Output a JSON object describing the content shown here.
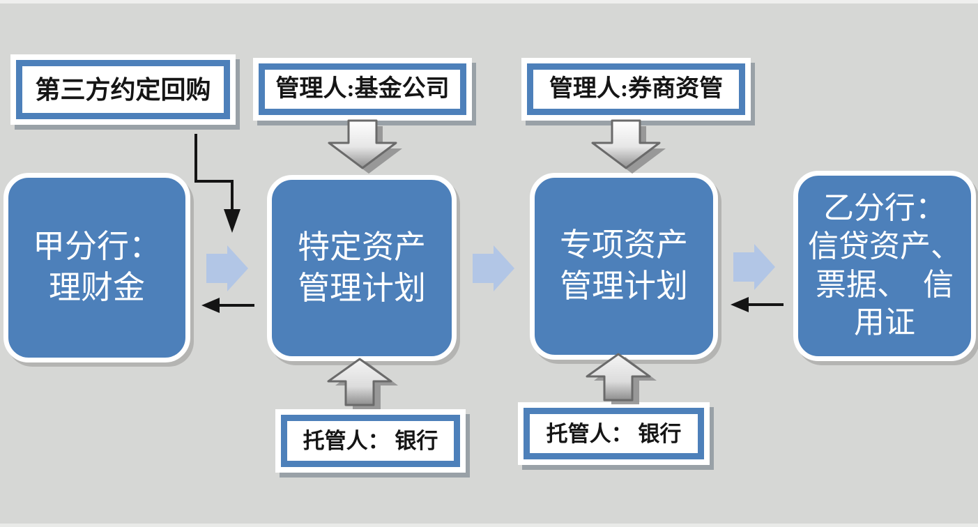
{
  "diagram": {
    "title_hint": "asset-management flow diagram",
    "colors": {
      "background": "#d6d7d5",
      "node_blue": "#4d80ba",
      "pale_arrow_blue": "#b2c6e6",
      "plaque_frame_blue": "#4d80ba",
      "connector_black": "#141414",
      "steel_arrow_dark": "#6a6a6a"
    },
    "labels": {
      "third_party": "第三方约定回购",
      "manager_fund": "管理人:基金公司",
      "manager_broker": "管理人:券商资管",
      "custodian_1": "托管人： 银行",
      "custodian_2": "托管人： 银行"
    },
    "nodes": {
      "branch_a": {
        "lines": [
          "甲分行：",
          "理财金"
        ]
      },
      "specific_plan": {
        "lines": [
          "特定资产",
          "管理计划"
        ]
      },
      "special_plan": {
        "lines": [
          "专项资产",
          "管理计划"
        ]
      },
      "branch_b": {
        "lines": [
          "乙分行：",
          "信贷资产、",
          "票据、　信",
          "用证"
        ]
      }
    },
    "icons": {
      "pale_right_arrows": 3,
      "black_left_arrows": 2,
      "steel_down_arrows": 2,
      "steel_up_arrows": 2,
      "elbow_connector": 1
    }
  }
}
